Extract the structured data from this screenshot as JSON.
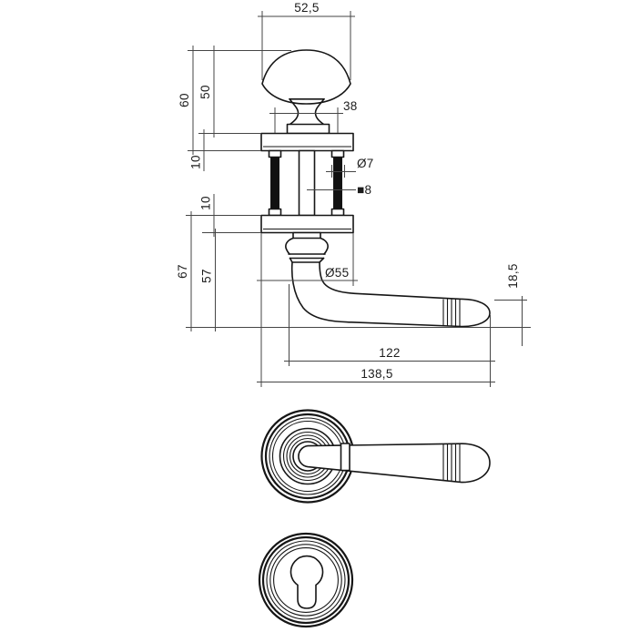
{
  "colors": {
    "background": "#ffffff",
    "part_line": "#161616",
    "dimension_line": "#454545",
    "text": "#1c1c1c"
  },
  "drawing": {
    "type": "technical-dimension-drawing",
    "views": [
      "side-view-knob-and-lever",
      "front-view-lever-on-rose",
      "front-view-cylinder-escutcheon"
    ],
    "dims": {
      "knob_width": "52,5",
      "overall_knob_height": "60",
      "knob_height": "50",
      "top_rose_thickness": "10",
      "screw_distance": "38",
      "screw_diameter": "Ø7",
      "spindle_square": "■8",
      "bottom_rose_thickness": "10",
      "lever_total_height": "67",
      "lever_height": "57",
      "rose_diameter": "Ø55",
      "grip_end_height": "18,5",
      "lever_length": "122",
      "overall_length": "138,5"
    }
  }
}
